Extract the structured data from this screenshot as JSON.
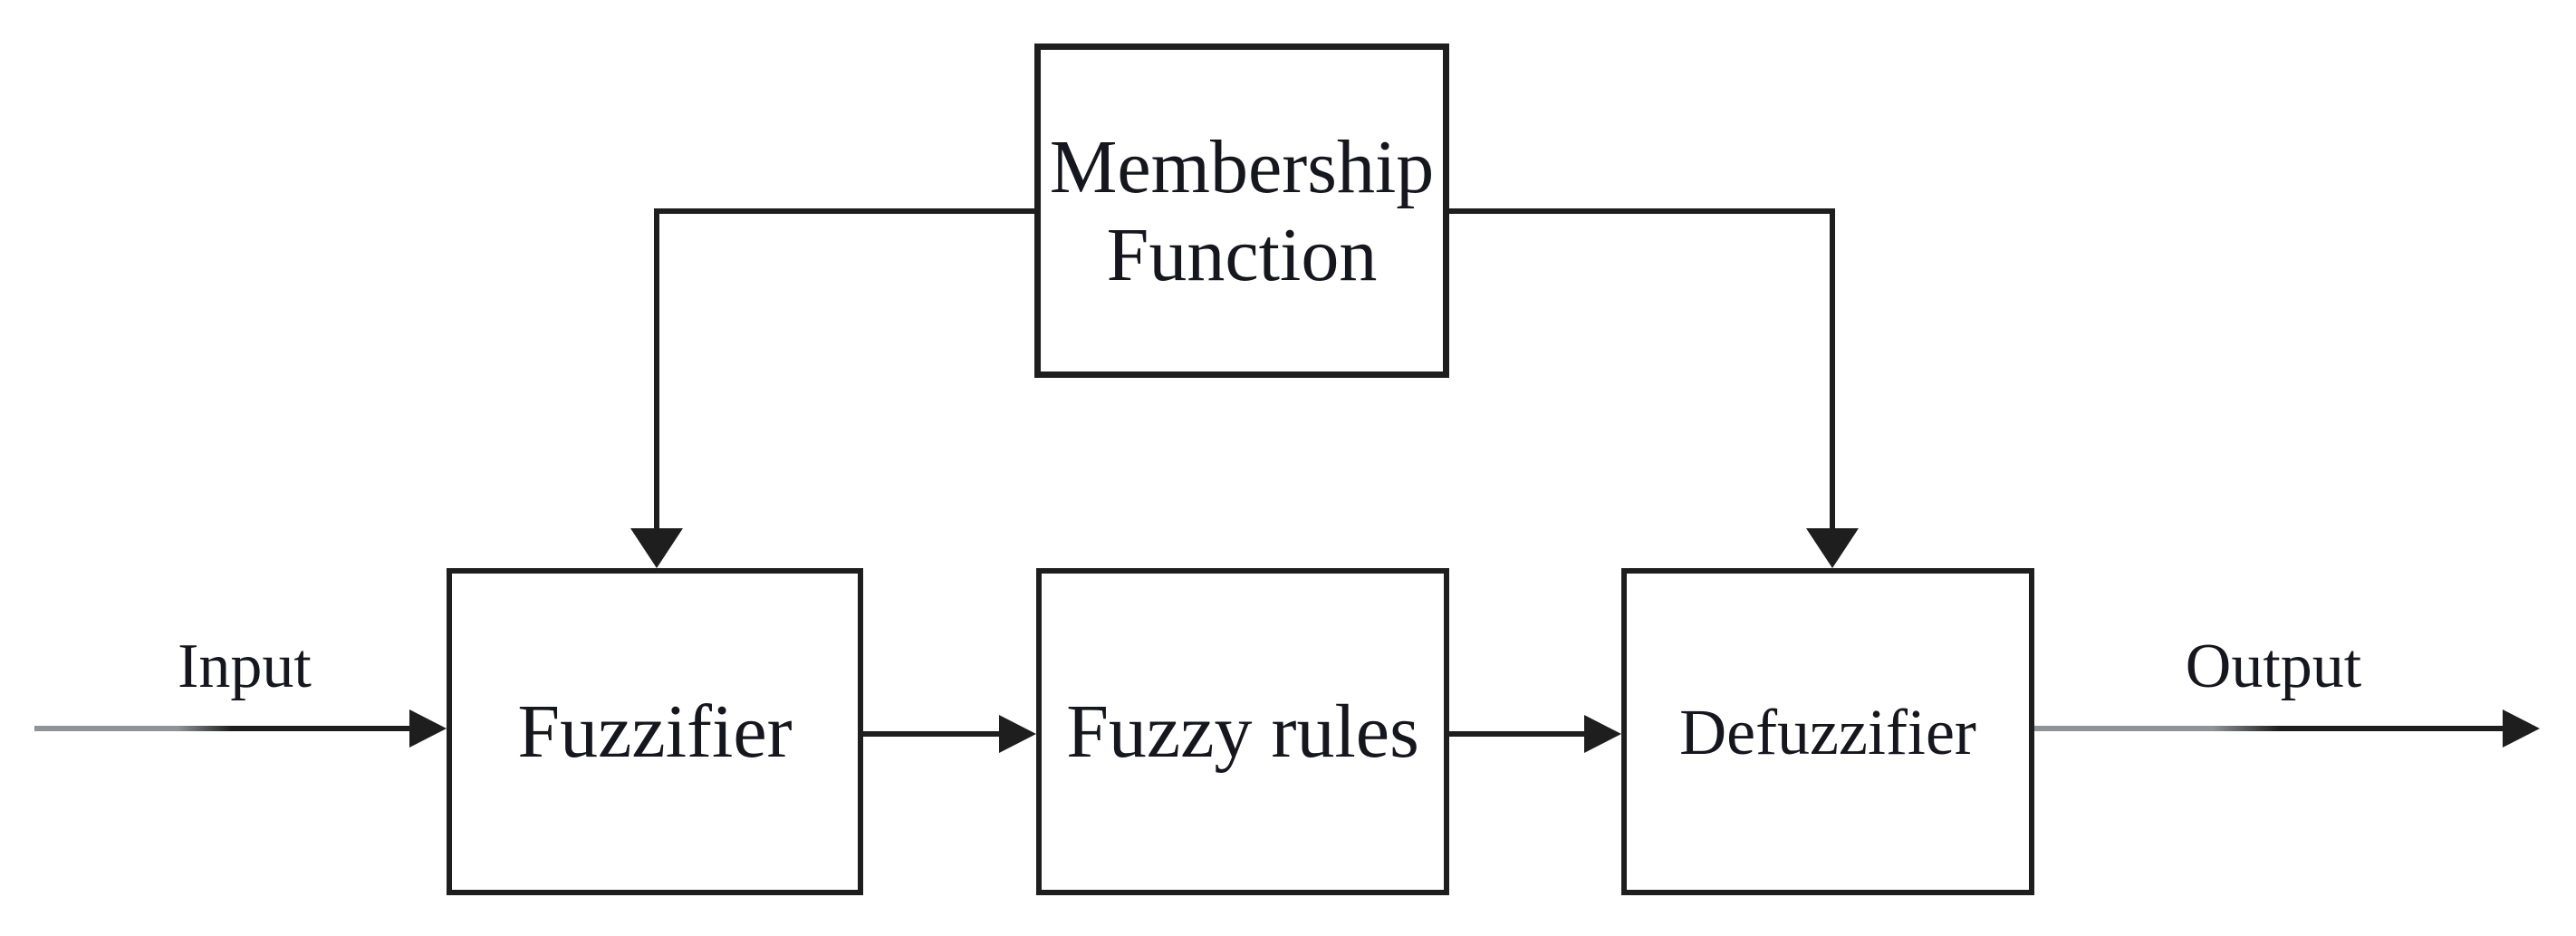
{
  "diagram": {
    "type": "block-diagram",
    "nodes": {
      "membership": {
        "lines": [
          "Membership",
          "Function"
        ]
      },
      "fuzzifier": {
        "label": "Fuzzifier"
      },
      "fuzzy_rules": {
        "label": "Fuzzy rules"
      },
      "defuzzifier": {
        "label": "Defuzzifier"
      }
    },
    "labels": {
      "input": "Input",
      "output": "Output"
    },
    "edges": [
      {
        "from": "input",
        "to": "fuzzifier",
        "arrow": "right"
      },
      {
        "from": "membership",
        "to": "fuzzifier",
        "arrow": "down"
      },
      {
        "from": "membership",
        "to": "defuzzifier",
        "arrow": "down"
      },
      {
        "from": "fuzzifier",
        "to": "fuzzy_rules",
        "arrow": "right"
      },
      {
        "from": "fuzzy_rules",
        "to": "defuzzifier",
        "arrow": "right"
      },
      {
        "from": "defuzzifier",
        "to": "output",
        "arrow": "right"
      }
    ],
    "colors": {
      "line": "#1e1e1e",
      "line_gray": "#8f9296",
      "text": "#16161f",
      "background": "#ffffff"
    }
  }
}
